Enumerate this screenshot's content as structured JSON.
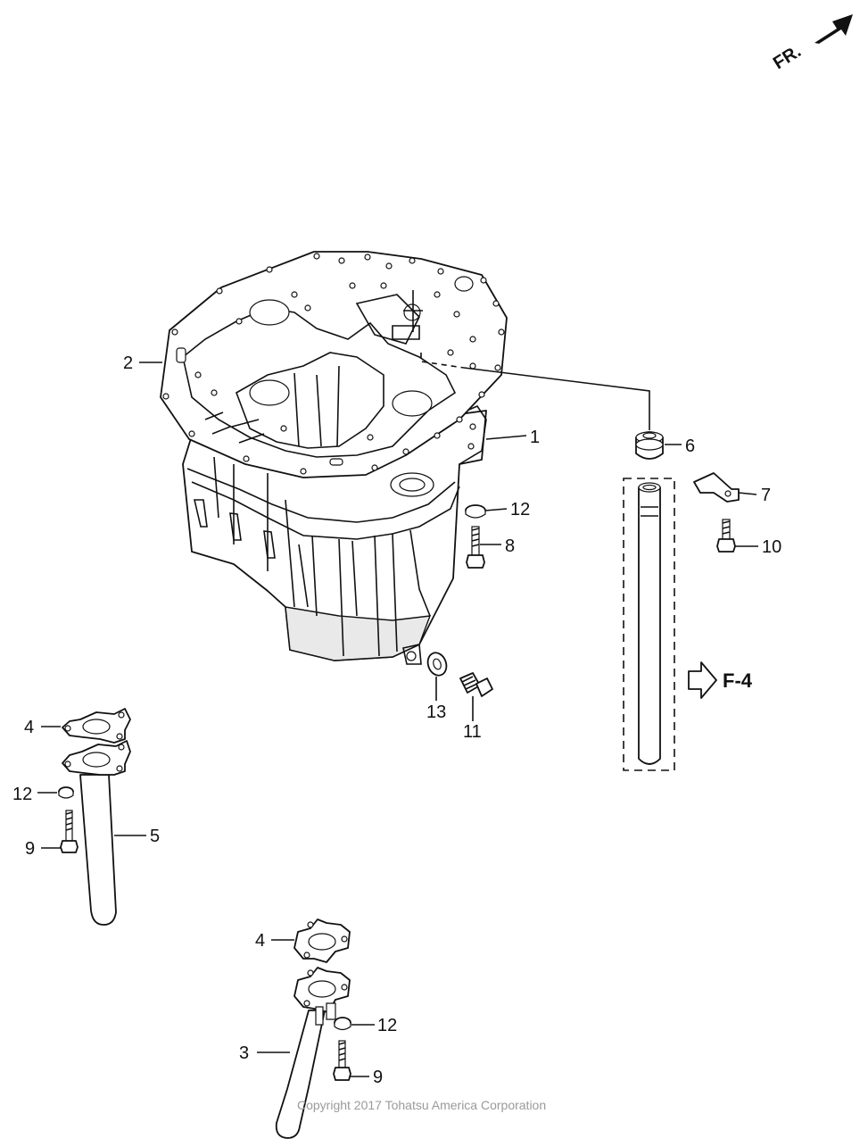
{
  "diagram": {
    "orientation_label": "FR.",
    "reference_label": "F-4",
    "copyright": "Copyright 2017 Tohatsu America Corporation",
    "callouts": {
      "c1": "1",
      "c2": "2",
      "c3": "3",
      "c4a": "4",
      "c4b": "4",
      "c5": "5",
      "c6": "6",
      "c7": "7",
      "c8": "8",
      "c9a": "9",
      "c9b": "9",
      "c10": "10",
      "c11": "11",
      "c12a": "12",
      "c12b": "12",
      "c12c": "12",
      "c13": "13"
    }
  }
}
